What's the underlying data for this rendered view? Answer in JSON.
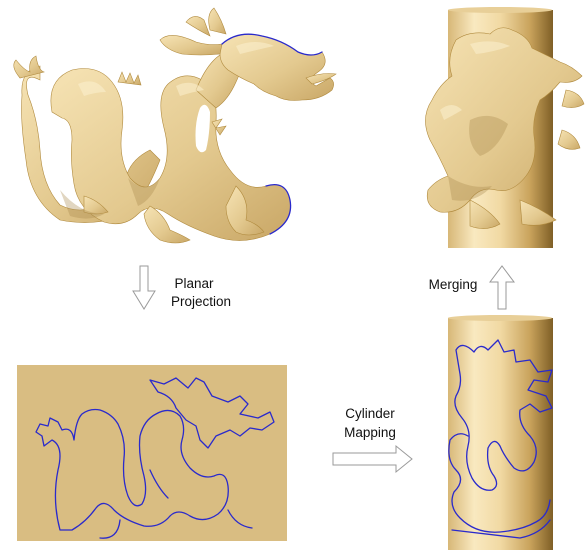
{
  "steps": {
    "planar_projection": [
      "Planar",
      "Projection"
    ],
    "cylinder_mapping": [
      "Cylinder",
      "Mapping"
    ],
    "merging": "Merging"
  },
  "colors": {
    "dragon": "#e6cd96",
    "plane": "#d9bd82",
    "cylinder_light": "#f9e9c0",
    "cylinder_dark": "#8a6a30",
    "outline": "#2a2acc",
    "arrow_stroke": "#9a9a9a"
  }
}
